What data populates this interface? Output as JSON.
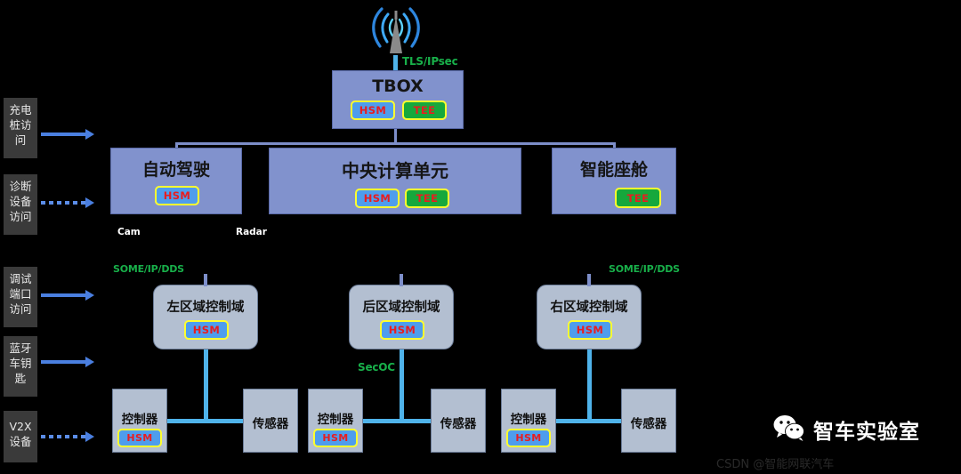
{
  "diagram": {
    "title": "Vehicle E/E Architecture Security Diagram",
    "background_color": "#000000"
  },
  "colors": {
    "ecu_fill": "#8192cd",
    "ecu_border": "#5a6aa8",
    "zone_fill": "#b3bfd1",
    "zone_border": "#6c7d99",
    "hsm_fill": "#4e9ded",
    "tee_fill": "#16a83c",
    "secmod_border": "#ffff2e",
    "secmod_text": "#e81d20",
    "protocol_text": "#18b04a",
    "bus_line": "#4fb3ea",
    "trunk_line": "#7d8ec9",
    "arrow": "#4a7fe0",
    "threat_chip_fill": "#3a3a3a"
  },
  "threat_vectors": [
    {
      "label": "充电桩访问",
      "arrow_style": "solid"
    },
    {
      "label": "诊断设备访问",
      "arrow_style": "dashed"
    },
    {
      "label": "调试端口访问",
      "arrow_style": "solid"
    },
    {
      "label": "蓝牙车钥匙",
      "arrow_style": "solid"
    },
    {
      "label": "V2X设备",
      "arrow_style": "dashed"
    }
  ],
  "antenna": {
    "icon": "radio-tower-icon",
    "link_protocol": "TLS/IPsec"
  },
  "telematics": {
    "label": "TBOX",
    "modules": [
      {
        "label": "HSM",
        "kind": "hsm"
      },
      {
        "label": "TEE",
        "kind": "tee"
      }
    ]
  },
  "domain_controllers": [
    {
      "label": "自动驾驶",
      "modules": [
        {
          "label": "HSM",
          "kind": "hsm"
        }
      ],
      "peripherals": [
        "Cam"
      ]
    },
    {
      "label": "中央计算单元",
      "modules": [
        {
          "label": "HSM",
          "kind": "hsm"
        },
        {
          "label": "TEE",
          "kind": "tee"
        }
      ],
      "peripherals": [
        "Radar"
      ]
    },
    {
      "label": "智能座舱",
      "modules": [
        {
          "label": "TEE",
          "kind": "tee"
        }
      ],
      "peripherals": []
    }
  ],
  "zone_protocol_labels": [
    {
      "label": "SOME/IP/DDS"
    },
    {
      "label": "SOME/IP/DDS"
    }
  ],
  "bus_protocol_label": {
    "label": "SecOC"
  },
  "zone_controllers": [
    {
      "label": "左区域控制域",
      "modules": [
        {
          "label": "HSM",
          "kind": "hsm"
        }
      ],
      "nodes": [
        {
          "label": "控制器",
          "modules": [
            {
              "label": "HSM",
              "kind": "hsm"
            }
          ]
        },
        {
          "label": "传感器",
          "modules": []
        }
      ]
    },
    {
      "label": "后区域控制域",
      "modules": [
        {
          "label": "HSM",
          "kind": "hsm"
        }
      ],
      "nodes": [
        {
          "label": "控制器",
          "modules": [
            {
              "label": "HSM",
              "kind": "hsm"
            }
          ]
        },
        {
          "label": "传感器",
          "modules": []
        }
      ]
    },
    {
      "label": "右区域控制域",
      "modules": [
        {
          "label": "HSM",
          "kind": "hsm"
        }
      ],
      "nodes": [
        {
          "label": "控制器",
          "modules": [
            {
              "label": "HSM",
              "kind": "hsm"
            }
          ]
        },
        {
          "label": "传感器",
          "modules": []
        }
      ]
    }
  ],
  "watermark": {
    "brand": "智车实验室",
    "logo": "wechat-icon",
    "credit": "CSDN @智能网联汽车"
  }
}
